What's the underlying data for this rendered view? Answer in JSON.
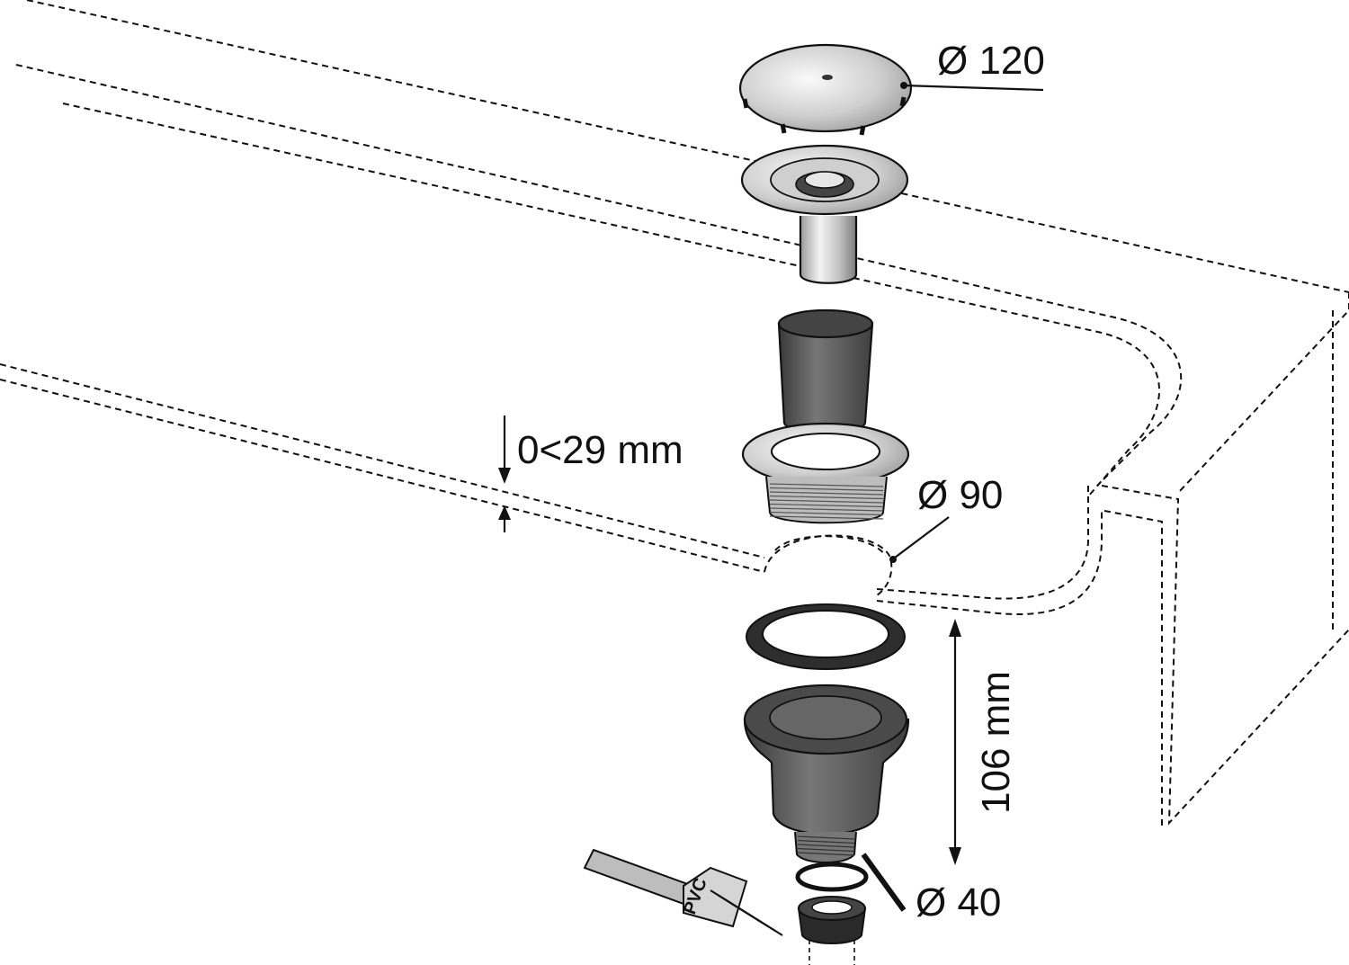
{
  "diagram": {
    "labels": {
      "cover_diameter": "Ø 120",
      "mount_thickness": "0<29 mm",
      "hole_diameter": "Ø 90",
      "body_height": "106 mm",
      "outlet_diameter": "Ø 40",
      "brush_text": "PVC"
    },
    "colors": {
      "metal_light": "#d9d9d9",
      "metal_dark": "#5a5a5a",
      "rubber": "#2e2e2e",
      "line": "#111111"
    }
  }
}
